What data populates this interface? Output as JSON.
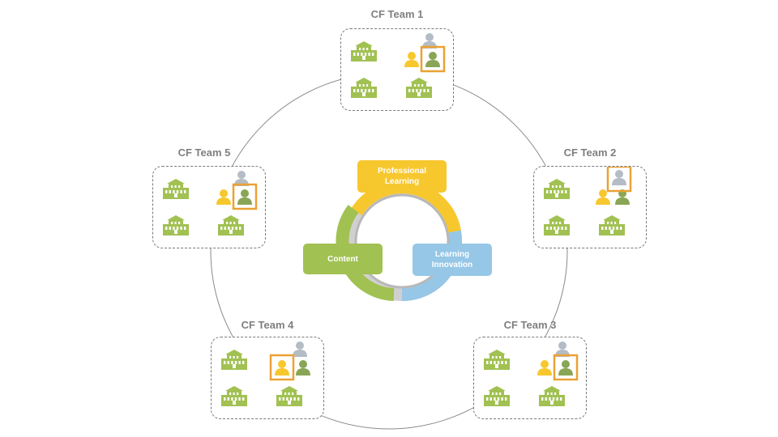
{
  "colors": {
    "green": "#a1c152",
    "yellow": "#f7c72e",
    "blue": "#96c7e6",
    "gray_person": "#b4bcc6",
    "dark_green_person": "#88a656",
    "highlight": "#eba134",
    "circle": "#8a8a8a"
  },
  "teams": [
    {
      "label": "CF Team 1",
      "highlight": "green"
    },
    {
      "label": "CF Team 2",
      "highlight": "gray"
    },
    {
      "label": "CF Team 3",
      "highlight": "green"
    },
    {
      "label": "CF Team 4",
      "highlight": "yellow"
    },
    {
      "label": "CF Team 5",
      "highlight": "green"
    }
  ],
  "center": {
    "professional": "Professional Learning",
    "content": "Content",
    "innovation": "Learning Innovation"
  }
}
